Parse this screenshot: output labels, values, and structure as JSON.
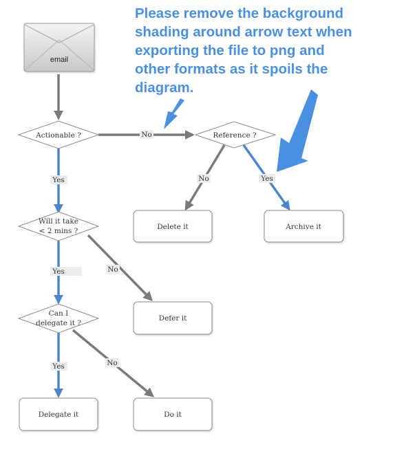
{
  "annotation": {
    "lines": [
      "Please remove the background",
      "shading around arrow text when",
      "exporting the file to png and",
      "other formats as it spoils the",
      "diagram."
    ],
    "color": "#4a90e2"
  },
  "icons": {
    "email": "envelope-icon"
  },
  "nodes": {
    "email": "email",
    "actionable": "Actionable ?",
    "reference": "Reference ?",
    "will_it_take": [
      "Will it take",
      "< 2 mins ?"
    ],
    "can_i_delegate": [
      "Can I",
      "delegate it ?"
    ],
    "delete_it": "Delete it",
    "archive_it": "Archive it",
    "defer_it": "Defer it",
    "delegate_it": "Delegate it",
    "do_it": "Do it"
  },
  "edge_labels": {
    "actionable_no": "No",
    "actionable_yes": "Yes",
    "reference_no": "No",
    "reference_yes": "Yes",
    "two_mins_yes": "Yes",
    "two_mins_no": "No",
    "delegate_yes": "Yes",
    "delegate_no": "No"
  },
  "colors": {
    "gray_arrow": "#7a7a7a",
    "blue_arrow": "#4a86d0",
    "label_bg": "#ececec",
    "box_border": "#8a8a8a"
  }
}
